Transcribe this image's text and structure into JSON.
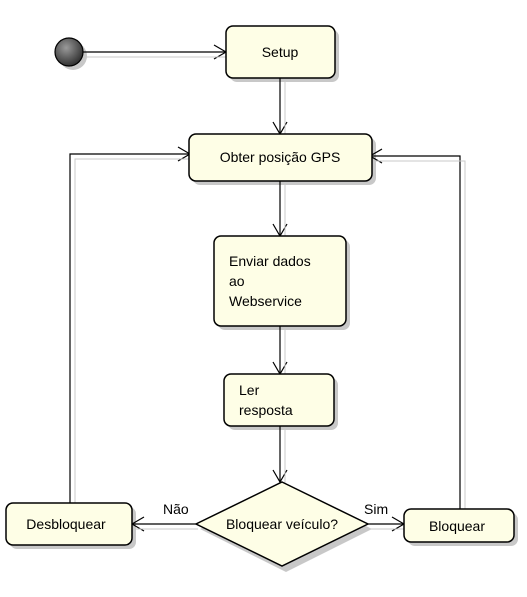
{
  "diagram": {
    "nodes": {
      "setup": "Setup",
      "obter": "Obter posição GPS",
      "enviar_l1": "Enviar dados",
      "enviar_l2": "ao",
      "enviar_l3": "Webservice",
      "ler_l1": "Ler",
      "ler_l2": "resposta",
      "decision": "Bloquear veículo?",
      "desbloquear": "Desbloquear",
      "bloquear": "Bloquear"
    },
    "edges": {
      "nao": "Não",
      "sim": "Sim"
    },
    "colors": {
      "node_fill": "#fefee6",
      "node_stroke": "#000000",
      "shadow": "#c0c0c0",
      "edge": "#000000"
    }
  }
}
